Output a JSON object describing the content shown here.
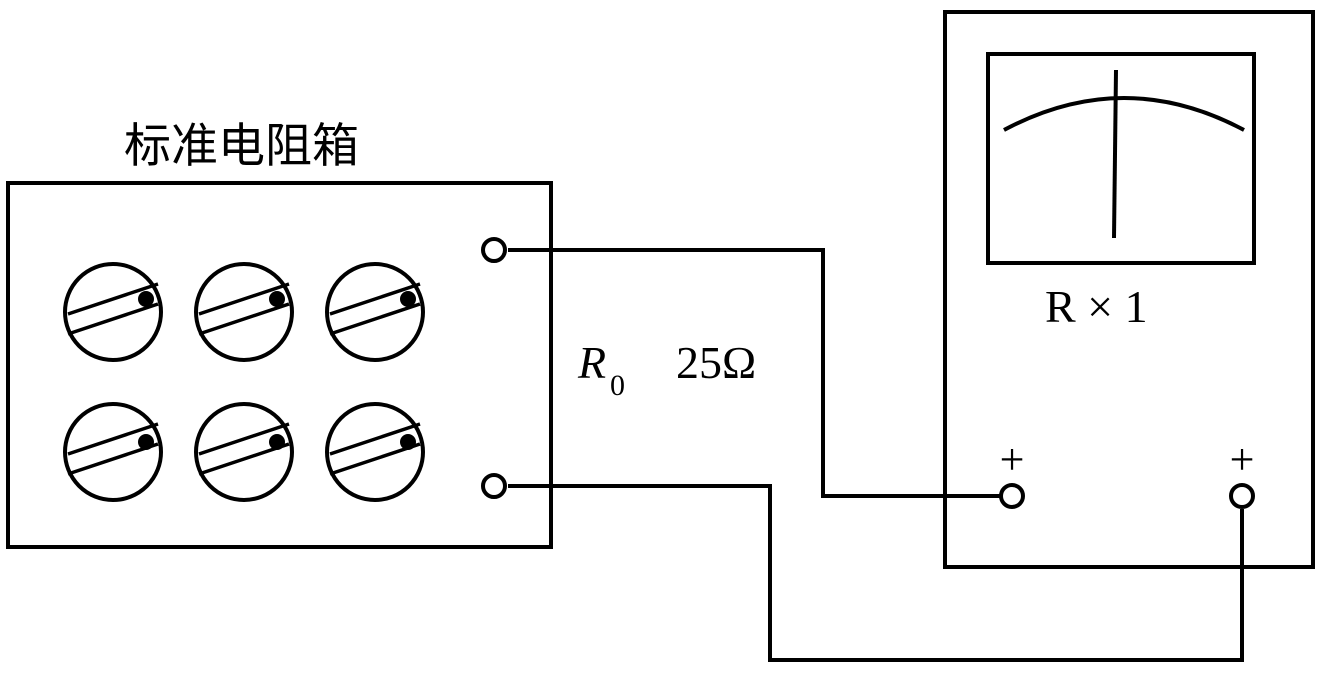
{
  "resistance_box": {
    "title": "标准电阻箱",
    "symbol": "R",
    "subscript": "0",
    "value": "25Ω"
  },
  "meter": {
    "range_label": "R × 1",
    "terminal_left_sign": "+",
    "terminal_right_sign": "+"
  }
}
